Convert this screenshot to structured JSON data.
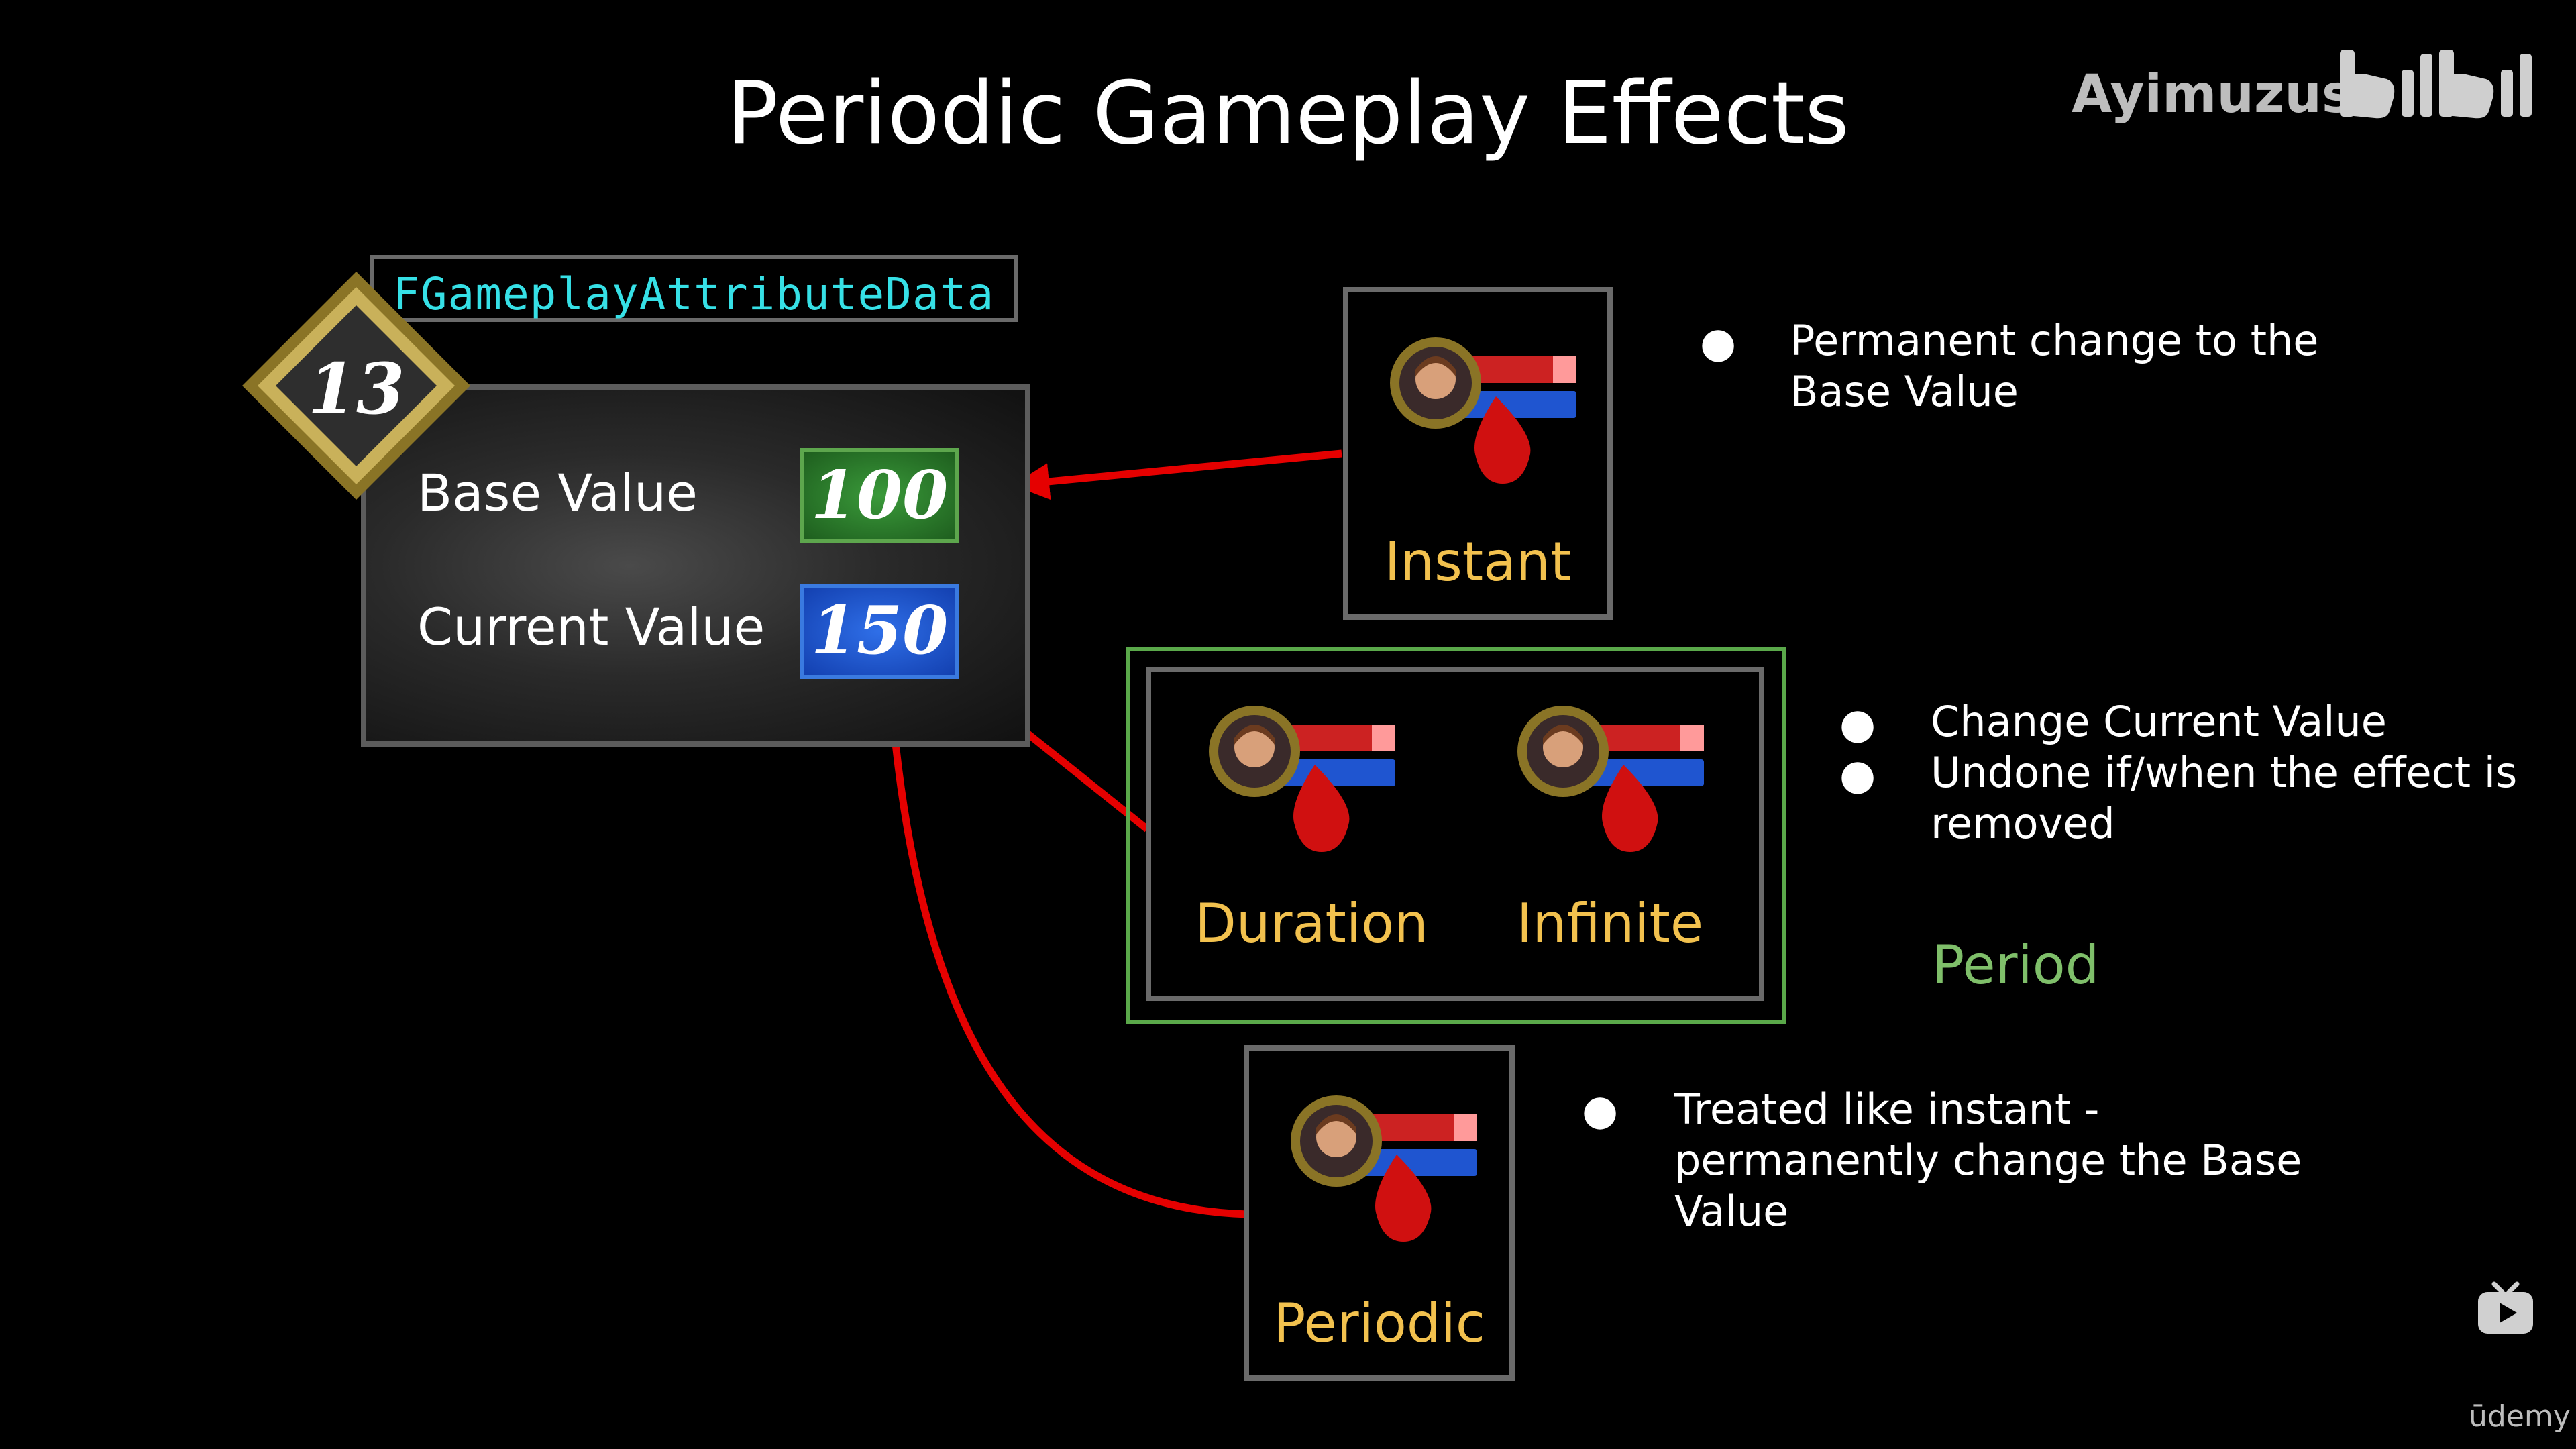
{
  "title": "Periodic Gameplay Effects",
  "watermark": {
    "author": "Ayimuzus",
    "brand": "bilibili",
    "brand_icon": "bilibili-logo-icon",
    "udemy": "ūdemy",
    "tv_icon": "bilibili-tv-icon"
  },
  "attribute": {
    "struct_name": "FGameplayAttributeData",
    "level": "13",
    "base_label": "Base Value",
    "base_value": "100",
    "current_label": "Current Value",
    "current_value": "150"
  },
  "effects": {
    "instant": "Instant",
    "duration": "Duration",
    "infinite": "Infinite",
    "periodic": "Periodic"
  },
  "notes": {
    "instant": [
      "Permanent change to the",
      "Base Value"
    ],
    "duration_1": "Change Current Value",
    "duration_2": [
      "Undone if/when the effect is",
      "removed"
    ],
    "period": "Period",
    "periodic": [
      "Treated like instant -",
      "permanently change the Base",
      "Value"
    ]
  },
  "colors": {
    "arrow": "#e50000",
    "effect_label": "#f2c14e",
    "struct_name": "#36e0e6",
    "base_box": "#2f8a2f",
    "current_box": "#1f55d0",
    "group_frame": "#5aa84a",
    "period_text": "#7fbf6a"
  }
}
